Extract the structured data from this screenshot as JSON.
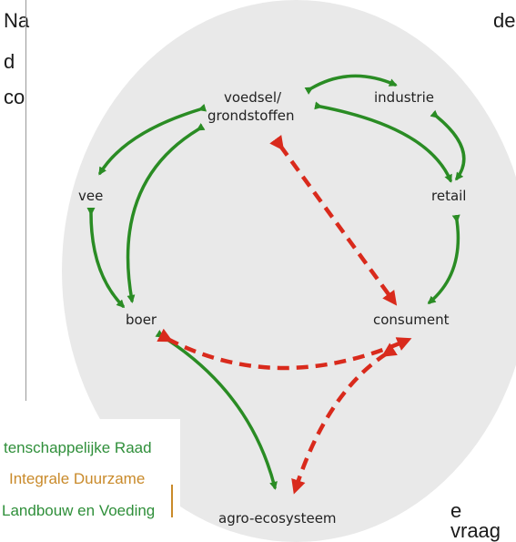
{
  "document": {
    "fragments": [
      "Na",
      "de",
      "d",
      "co",
      "e vraag"
    ]
  },
  "diagram": {
    "nodes": {
      "voedsel": "voedsel/",
      "grondstoffen": "grondstoffen",
      "industrie": "industrie",
      "vee": "vee",
      "retail": "retail",
      "boer": "boer",
      "consument": "consument",
      "agro": "agro-ecosysteem"
    },
    "colors": {
      "green_arrow": "#2a8c24",
      "red_arrow": "#d92a1c",
      "circle": "#e9e9e9"
    }
  },
  "logo": {
    "line1": "tenschappelijke Raad",
    "line2": "Integrale Duurzame",
    "line3": "Landbouw en Voeding",
    "colors": {
      "line1": "#2f8f3a",
      "line2": "#c98a2a",
      "line3": "#2f8f3a"
    }
  }
}
